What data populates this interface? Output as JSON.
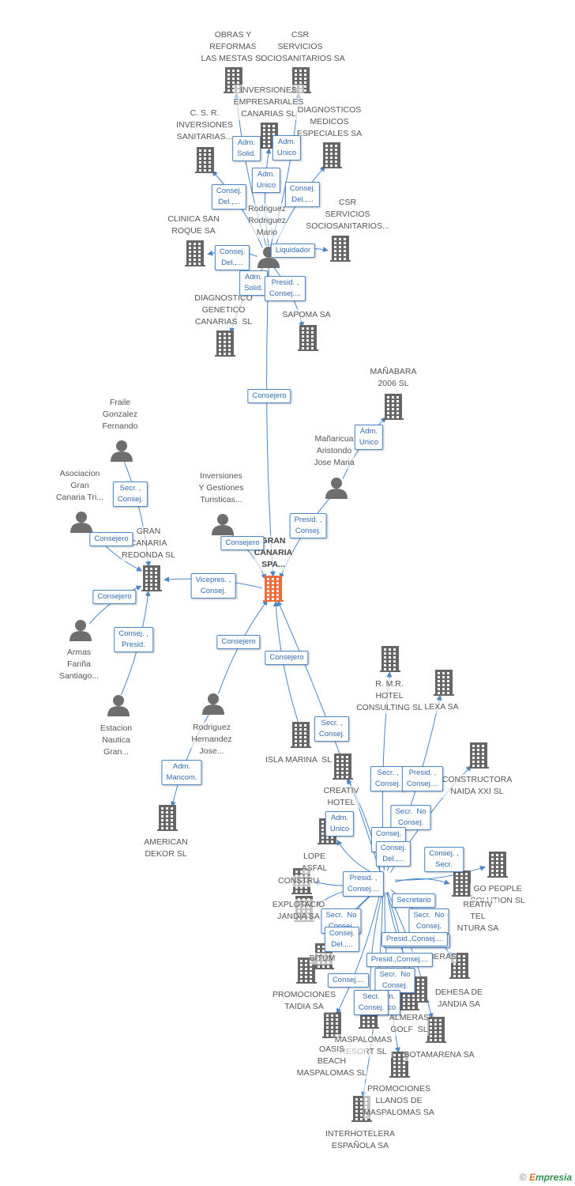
{
  "colors": {
    "company": "#666666",
    "focus": "#f26a38",
    "person": "#6e6e6e",
    "edge": "#4a86c8"
  },
  "icon_names": {
    "company": "building-icon",
    "person": "person-icon"
  },
  "nodes": [
    {
      "id": "gran",
      "kind": "company",
      "focus": true,
      "label": "GRAN\nCANARIA\nSPA..."
    },
    {
      "id": "obras",
      "kind": "company",
      "label": "OBRAS Y\nREFORMAS\nLAS MESTAS SL"
    },
    {
      "id": "csr1",
      "kind": "company",
      "label": "CSR\nSERVICIOS\nSOCIOSANITARIOS SA"
    },
    {
      "id": "invemp",
      "kind": "company",
      "label": "INVERSIONES\nEMPRESARIALES\nCANARIAS SL"
    },
    {
      "id": "csinv",
      "kind": "company",
      "label": "C. S. R.\nINVERSIONES\nSANITARIAS..."
    },
    {
      "id": "diagmed",
      "kind": "company",
      "label": "DIAGNOSTICOS\nMEDICOS\nESPECIALES SA"
    },
    {
      "id": "clinica",
      "kind": "company",
      "label": "CLINICA SAN\nROQUE SA"
    },
    {
      "id": "csr2",
      "kind": "company",
      "label": "CSR\nSERVICIOS\nSOCIOSANITARIOS..."
    },
    {
      "id": "mario",
      "kind": "person",
      "label": "Rodriguez\nRodriguez\nMario"
    },
    {
      "id": "diaggen",
      "kind": "company",
      "label": "DIAGNOSTICO\nGENETICO\nCANARIAS  SL"
    },
    {
      "id": "sapoma",
      "kind": "company",
      "label": "SAPOMA SA"
    },
    {
      "id": "manabara",
      "kind": "company",
      "label": "MAÑABARA\n2006 SL"
    },
    {
      "id": "fraile",
      "kind": "person",
      "label": "Fraile\nGonzalez\nFernando"
    },
    {
      "id": "manaricua",
      "kind": "person",
      "label": "Mañaricua\nAristondo\nJose Maria"
    },
    {
      "id": "asoc",
      "kind": "person",
      "label": "Asociacion\nGran\nCanaria Tri..."
    },
    {
      "id": "invgest",
      "kind": "person",
      "label": "Inversiones\nY Gestiones\nTuristicas..."
    },
    {
      "id": "redonda",
      "kind": "company",
      "label": "GRAN\nCANARIA\nREDONDA SL"
    },
    {
      "id": "armas",
      "kind": "person",
      "label": "Armas\nFariña\nSantiago..."
    },
    {
      "id": "estacion",
      "kind": "person",
      "label": "Estacion\nNautica\nGran..."
    },
    {
      "id": "rhjose",
      "kind": "person",
      "label": "Rodriguez\nHernandez\nJose..."
    },
    {
      "id": "american",
      "kind": "company",
      "label": "AMERICAN\nDEKOR SL"
    },
    {
      "id": "rmr",
      "kind": "company",
      "label": "R. M.R.\nHOTEL\nCONSULTING SL"
    },
    {
      "id": "lexa",
      "kind": "company",
      "label": "LEXA SA"
    },
    {
      "id": "isla",
      "kind": "company",
      "label": "ISLA MARINA  SL"
    },
    {
      "id": "naida",
      "kind": "company",
      "label": "CONSTRUCTORA\nNAIDA XXI SL"
    },
    {
      "id": "creativ1",
      "kind": "company",
      "label": "CREATIV\nHOTEL"
    },
    {
      "id": "lope",
      "kind": "company",
      "label": "LOPE\nASFAL"
    },
    {
      "id": "cons",
      "kind": "company",
      "label": "CONSTRU"
    },
    {
      "id": "gopeople",
      "kind": "company",
      "label": "GO PEOPLE\nSOLUTION SL"
    },
    {
      "id": "explot",
      "kind": "company",
      "label": "EXPLOTACIO\nJANDIA SA"
    },
    {
      "id": "creativ2",
      "kind": "company",
      "label": "REATIV\nTEL\nNTURA SA"
    },
    {
      "id": "bitum",
      "kind": "company",
      "label": "BITUM"
    },
    {
      "id": "dehesa",
      "kind": "company",
      "label": "DEHESA DE\nJANDIA SA"
    },
    {
      "id": "taidia",
      "kind": "company",
      "label": "PROMOCIONES\nTAIDIA SA"
    },
    {
      "id": "palmeras",
      "kind": "company",
      "label": "ALMERAS\nGOLF  SL"
    },
    {
      "id": "maspres",
      "kind": "company",
      "label": "MASPALOMAS\nRESORT SL"
    },
    {
      "id": "oasis",
      "kind": "company",
      "label": "OASIS\nBEACH\nMASPALOMAS SL"
    },
    {
      "id": "meloneras",
      "kind": "company",
      "label": "MELONERAS"
    },
    {
      "id": "botamarena",
      "kind": "company",
      "label": "BOTAMARENA SA"
    },
    {
      "id": "llanos",
      "kind": "company",
      "label": "PROMOCIONES\nLLANOS DE\nMASPALOMAS SA"
    },
    {
      "id": "interhot",
      "kind": "company",
      "label": "INTERHOTELERA\nESPAÑOLA SA"
    }
  ],
  "relations": [
    {
      "from": "mario",
      "to": "obras",
      "label": "Adm.\nSolid."
    },
    {
      "from": "mario",
      "to": "csr1",
      "label": "Adm.\nUnico"
    },
    {
      "from": "mario",
      "to": "invemp",
      "label": "Adm.\nUnico"
    },
    {
      "from": "mario",
      "to": "csinv",
      "label": "Consej.\nDel.,..."
    },
    {
      "from": "mario",
      "to": "diagmed",
      "label": "Consej.\nDel.,..."
    },
    {
      "from": "mario",
      "to": "clinica",
      "label": "Consej.\nDel.,..."
    },
    {
      "from": "mario",
      "to": "csr2",
      "label": "Liquidador"
    },
    {
      "from": "mario",
      "to": "diaggen",
      "label": "Adm.\nSolid."
    },
    {
      "from": "mario",
      "to": "sapoma",
      "label": "Presid. ,\nConsej...."
    },
    {
      "from": "mario",
      "to": "gran",
      "label": "Consejero"
    },
    {
      "from": "manaricua",
      "to": "manabara",
      "label": "Adm.\nUnico"
    },
    {
      "from": "manaricua",
      "to": "gran",
      "label": "Presid. ,\nConsej."
    },
    {
      "from": "fraile",
      "to": "redonda",
      "label": "Secr. ,\nConsej."
    },
    {
      "from": "asoc",
      "to": "redonda",
      "label": "Consejero"
    },
    {
      "from": "invgest",
      "to": "gran",
      "label": "Consejero"
    },
    {
      "from": "gran",
      "to": "redonda",
      "label": "Vicepres. ,\nConsej."
    },
    {
      "from": "armas",
      "to": "redonda",
      "label": "Consejero"
    },
    {
      "from": "estacion",
      "to": "redonda",
      "label": "Consej. ,\nPresid."
    },
    {
      "from": "rhjose",
      "to": "gran",
      "label": "Consejero"
    },
    {
      "from": "rhjose",
      "to": "american",
      "label": "Adm.\nMancom."
    },
    {
      "from": "isla",
      "to": "gran",
      "label": "Consejero"
    },
    {
      "from": "hubB",
      "to": "gran",
      "label": "Secr. ,\nConsej."
    },
    {
      "from": "hubB",
      "to": "rmr",
      "label": "Secr. ,\nConsej."
    },
    {
      "from": "hubB",
      "to": "lexa",
      "label": "Presid. ,\nConsej...."
    },
    {
      "from": "hubB",
      "to": "naida",
      "label": "Secr.  No\nConsej."
    },
    {
      "from": "hubB",
      "to": "creativ1",
      "label": "Adm.\nUnico"
    },
    {
      "from": "hubB",
      "to": "lope",
      "label": "Consej.\nDel.,..."
    },
    {
      "from": "hubB",
      "to": "gopeople",
      "label": "Consej. ,\nSecr."
    },
    {
      "from": "hubB",
      "to": "cons",
      "label": "Presid. ,\nConsej...."
    },
    {
      "from": "hubB",
      "to": "explot",
      "label": "Secr.  No\nConsej."
    },
    {
      "from": "hubB",
      "to": "creativ2",
      "label": "Secretario"
    },
    {
      "from": "hubB",
      "to": "bitum",
      "label": "Consej.\nDel.,..."
    },
    {
      "from": "hubB",
      "to": "dehesa",
      "label": "Secr.  No\nConsej."
    },
    {
      "from": "hubB",
      "to": "taidia",
      "label": "Consej...."
    },
    {
      "from": "hubB",
      "to": "palmeras",
      "label": "Presid.,Consej...."
    },
    {
      "from": "hubB",
      "to": "maspres",
      "label": "Secr.  No\nConsej."
    },
    {
      "from": "hubB",
      "to": "oasis",
      "label": "Adm.\nUnico"
    },
    {
      "from": "hubB",
      "to": "meloneras",
      "label": "Secr.\nConsej."
    },
    {
      "from": "hubB",
      "to": "botamarena",
      "label": "Consej.\nDel.,..."
    },
    {
      "from": "hubB",
      "to": "llanos",
      "label": "Presid.,Consej...."
    },
    {
      "from": "hubB",
      "to": "interhot",
      "label": "Presid.,Consej...."
    }
  ],
  "footer": {
    "copyright": "©",
    "brand_initial": "E",
    "brand_rest": "mpresia"
  }
}
